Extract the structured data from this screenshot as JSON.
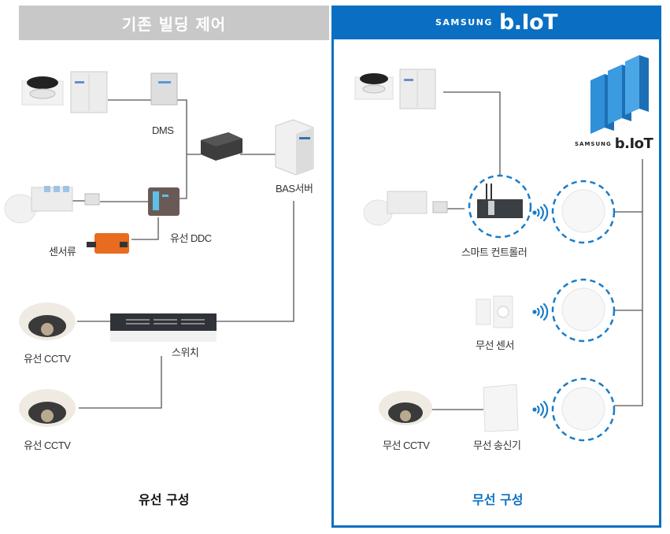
{
  "headers": {
    "legacy_title": "기존 빌딩 제어",
    "iot_brand_small": "SAMSUNG",
    "iot_brand_big": "b.IoT"
  },
  "legacy": {
    "labels": {
      "dms": "DMS",
      "bas_server": "BAS서버",
      "wired_ddc": "유선 DDC",
      "sensors": "센서류",
      "wired_cctv_1": "유선 CCTV",
      "switch": "스위치",
      "wired_cctv_2": "유선 CCTV"
    },
    "section_title": "유선 구성"
  },
  "iot": {
    "server_brand_small": "SAMSUNG",
    "server_brand_big": "b.IoT",
    "labels": {
      "smart_controller": "스마트 컨트롤러",
      "wireless_sensor": "무선 센서",
      "wireless_cctv": "무선 CCTV",
      "wireless_transmitter": "무선 송신기"
    },
    "section_title": "무선 구성"
  },
  "colors": {
    "brand_blue": "#0a6fc2",
    "legacy_gray": "#c8c8c8",
    "line": "#555555",
    "dashed_ring": "#1a7cc7"
  }
}
